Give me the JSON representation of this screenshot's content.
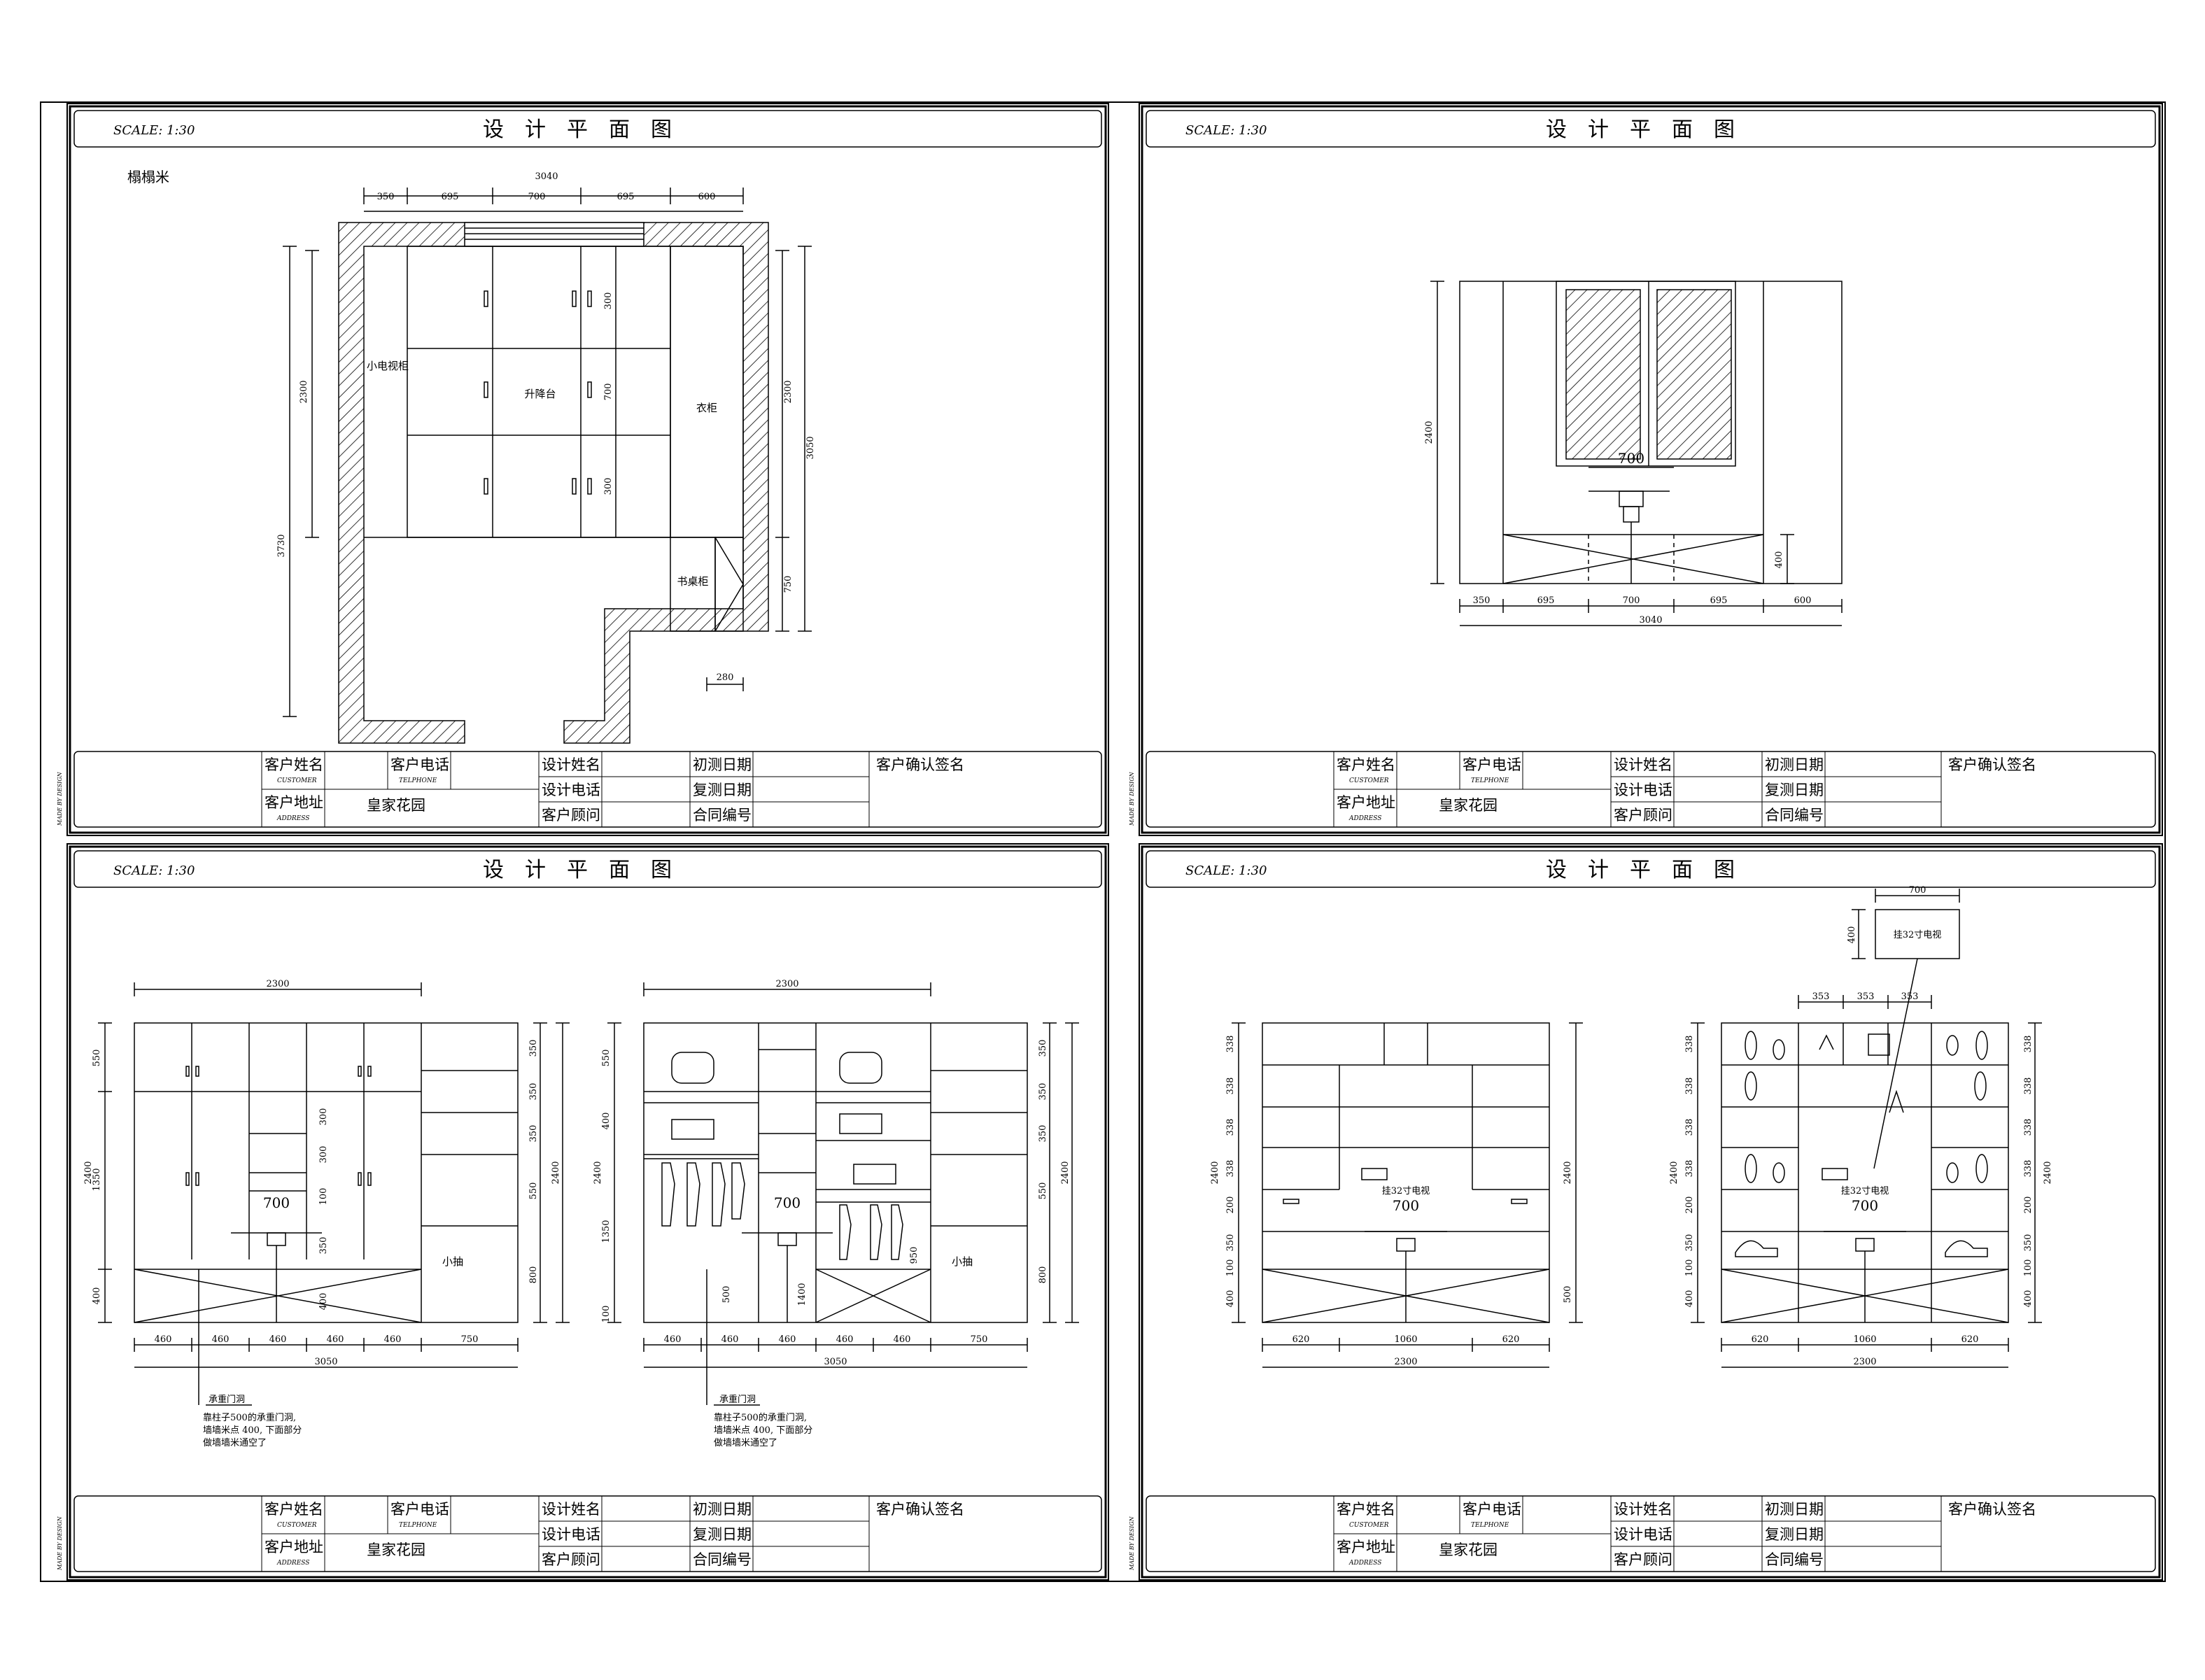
{
  "sheets": [
    {
      "scale": "SCALE: 1:30",
      "title": "设计平面图"
    },
    {
      "scale": "SCALE: 1:30",
      "title": "设计平面图"
    },
    {
      "scale": "SCALE: 1:30",
      "title": "设计平面图"
    },
    {
      "scale": "SCALE: 1:30",
      "title": "设计平面图"
    }
  ],
  "title_block": {
    "client_name": "客户姓名",
    "client_name_en": "CUSTOMER",
    "client_phone": "客户电话",
    "client_phone_en": "TELPHONE",
    "client_address": "客户地址",
    "client_address_en": "ADDRESS",
    "address_value": "皇家花园",
    "designer_name": "设计姓名",
    "designer_phone": "设计电话",
    "client_consultant": "客户顾问",
    "first_measure": "初测日期",
    "re_measure": "复测日期",
    "contract_no": "合同编号",
    "signature": "客户确认签名",
    "side_note": "MADE BY DESIGN"
  },
  "plan": {
    "room_label": "榻榻米",
    "top_dims": [
      "350",
      "695",
      "700",
      "695",
      "600"
    ],
    "top_total": "3040",
    "left_dims": [
      "2300",
      "3730"
    ],
    "right_dims": [
      "2300",
      "3050",
      "750"
    ],
    "inner_dims": [
      "300",
      "700",
      "300"
    ],
    "cabinet_labels": [
      "小电视柜",
      "升降台",
      "衣柜",
      "书桌柜"
    ],
    "bottom_dim": "280"
  },
  "elev1": {
    "bottom_dims": [
      "350",
      "695",
      "700",
      "695",
      "600"
    ],
    "bottom_total": "3040",
    "left_dim": "2400",
    "right_dim": "400",
    "table_dim": "700"
  },
  "elev2": {
    "left_top": "2300",
    "left_total": "3050",
    "left_bottom": [
      "460",
      "460",
      "460",
      "460",
      "460",
      "750"
    ],
    "left_vdims": [
      "550",
      "1350",
      "400"
    ],
    "left_vtotal": "2400",
    "mid_vdims": [
      "300",
      "300",
      "100",
      "350",
      "400"
    ],
    "right_vdims": [
      "350",
      "350",
      "350",
      "550",
      "800"
    ],
    "right_vtotal": "2400",
    "table_dim": "700",
    "drawer_label": "小抽",
    "right_top": "2300",
    "right_total": "3050",
    "right_bottom": [
      "460",
      "460",
      "460",
      "460",
      "460",
      "750"
    ],
    "r_left_vdims": [
      "550",
      "400",
      "1350",
      "100"
    ],
    "r_left_vtotal": "2400",
    "r_mid_vdims": [
      "950",
      "500",
      "1400"
    ],
    "r_right_vdims": [
      "350",
      "350",
      "350",
      "550",
      "800"
    ],
    "r_right_vtotal": "2400",
    "note_title": "承重门洞",
    "note_lines": [
      "靠柱子500的承重门洞,",
      "墙墙米点 400, 下面部分",
      "做墙墙米通空了"
    ]
  },
  "elev3": {
    "left_vdims": [
      "338",
      "338",
      "338",
      "338",
      "200",
      "350",
      "100",
      "400"
    ],
    "left_vtotal": "2400",
    "right_vdim": "500",
    "right_vtotal": "2400",
    "bottom_dims": [
      "620",
      "1060",
      "620"
    ],
    "bottom_total": "2300",
    "tv_label": "挂32寸电视",
    "table_dim": "700",
    "tv_top_dim": "700",
    "tv_height_dim": "400",
    "shelf_dims": [
      "353",
      "353",
      "353"
    ]
  },
  "colors": {
    "ink": "#000000",
    "paper": "#ffffff"
  }
}
